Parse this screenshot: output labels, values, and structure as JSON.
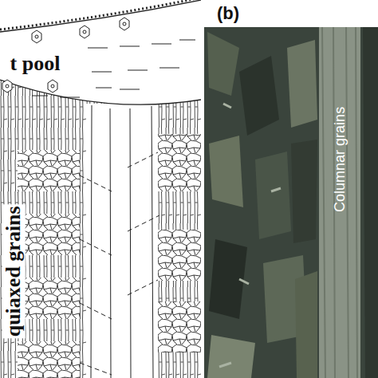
{
  "diagram": {
    "labels": [
      "(b)",
      "t pool",
      "quiaxed grains",
      "Columnar grains"
    ]
  }
}
